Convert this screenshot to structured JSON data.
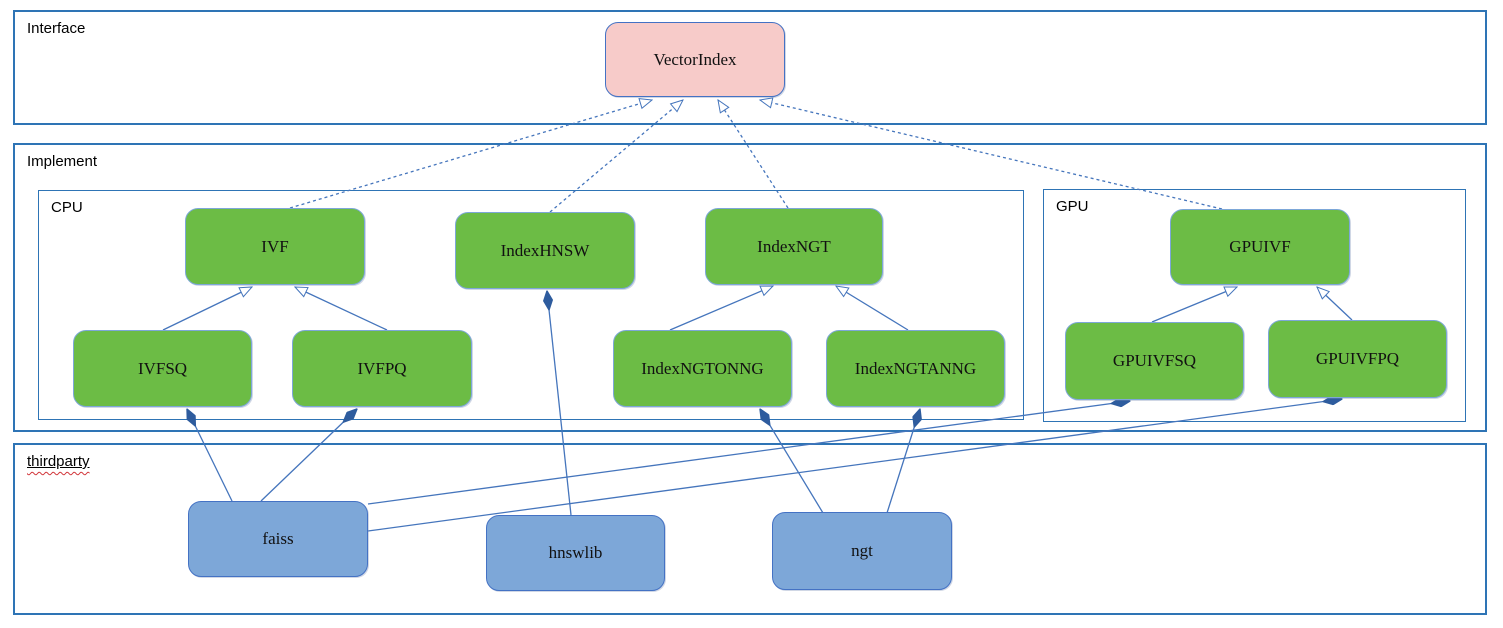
{
  "containers": {
    "interface": {
      "label": "Interface"
    },
    "implement": {
      "label": "Implement"
    },
    "cpu": {
      "label": "CPU"
    },
    "gpu": {
      "label": "GPU"
    },
    "thirdparty": {
      "label": "thirdparty",
      "spellcheck_squiggle": true
    }
  },
  "nodes": {
    "vectorindex": {
      "label": "VectorIndex",
      "kind": "interface"
    },
    "ivf": {
      "label": "IVF",
      "kind": "implement"
    },
    "indexhnsw": {
      "label": "IndexHNSW",
      "kind": "implement"
    },
    "indexngt": {
      "label": "IndexNGT",
      "kind": "implement"
    },
    "ivfsq": {
      "label": "IVFSQ",
      "kind": "implement"
    },
    "ivfpq": {
      "label": "IVFPQ",
      "kind": "implement"
    },
    "indexngtonng": {
      "label": "IndexNGTONNG",
      "kind": "implement"
    },
    "indexngtanng": {
      "label": "IndexNGTANNG",
      "kind": "implement"
    },
    "gpuivf": {
      "label": "GPUIVF",
      "kind": "implement"
    },
    "gpuivfsq": {
      "label": "GPUIVFSQ",
      "kind": "implement"
    },
    "gpuivfpq": {
      "label": "GPUIVFPQ",
      "kind": "implement"
    },
    "faiss": {
      "label": "faiss",
      "kind": "thirdparty"
    },
    "hnswlib": {
      "label": "hnswlib",
      "kind": "thirdparty"
    },
    "ngt": {
      "label": "ngt",
      "kind": "thirdparty"
    }
  },
  "edges": [
    {
      "from": "ivf",
      "to": "vectorindex",
      "relation": "realization",
      "line": "dashed",
      "points": [
        [
          290,
          208
        ],
        [
          652,
          100
        ]
      ]
    },
    {
      "from": "indexhnsw",
      "to": "vectorindex",
      "relation": "realization",
      "line": "dashed",
      "points": [
        [
          550,
          212
        ],
        [
          683,
          100
        ]
      ]
    },
    {
      "from": "indexngt",
      "to": "vectorindex",
      "relation": "realization",
      "line": "dashed",
      "points": [
        [
          788,
          208
        ],
        [
          718,
          100
        ]
      ]
    },
    {
      "from": "gpuivf",
      "to": "vectorindex",
      "relation": "realization",
      "line": "dashed",
      "points": [
        [
          1222,
          209
        ],
        [
          760,
          100
        ]
      ]
    },
    {
      "from": "ivfsq",
      "to": "ivf",
      "relation": "generalization",
      "line": "solid",
      "points": [
        [
          163,
          330
        ],
        [
          252,
          287
        ]
      ]
    },
    {
      "from": "ivfpq",
      "to": "ivf",
      "relation": "generalization",
      "line": "solid",
      "points": [
        [
          387,
          330
        ],
        [
          295,
          287
        ]
      ]
    },
    {
      "from": "indexngtonng",
      "to": "indexngt",
      "relation": "generalization",
      "line": "solid",
      "points": [
        [
          670,
          330
        ],
        [
          773,
          286
        ]
      ]
    },
    {
      "from": "indexngtanng",
      "to": "indexngt",
      "relation": "generalization",
      "line": "solid",
      "points": [
        [
          908,
          330
        ],
        [
          836,
          286
        ]
      ]
    },
    {
      "from": "gpuivfsq",
      "to": "gpuivf",
      "relation": "generalization",
      "line": "solid",
      "points": [
        [
          1152,
          322
        ],
        [
          1237,
          287
        ]
      ]
    },
    {
      "from": "gpuivfpq",
      "to": "gpuivf",
      "relation": "generalization",
      "line": "solid",
      "points": [
        [
          1352,
          320
        ],
        [
          1317,
          287
        ]
      ]
    },
    {
      "from": "faiss",
      "to": "ivfsq",
      "relation": "composition",
      "line": "solid",
      "points": [
        [
          232,
          501
        ],
        [
          187,
          409
        ]
      ]
    },
    {
      "from": "faiss",
      "to": "ivfpq",
      "relation": "composition",
      "line": "solid",
      "points": [
        [
          261,
          501
        ],
        [
          357,
          409
        ]
      ]
    },
    {
      "from": "faiss",
      "to": "gpuivfsq",
      "relation": "composition",
      "line": "solid",
      "points": [
        [
          368,
          504
        ],
        [
          1130,
          401
        ]
      ]
    },
    {
      "from": "faiss",
      "to": "gpuivfpq",
      "relation": "composition",
      "line": "solid",
      "points": [
        [
          368,
          531
        ],
        [
          1342,
          399
        ]
      ]
    },
    {
      "from": "hnswlib",
      "to": "indexhnsw",
      "relation": "composition",
      "line": "solid",
      "points": [
        [
          571,
          515
        ],
        [
          547,
          291
        ]
      ]
    },
    {
      "from": "ngt",
      "to": "indexngtonng",
      "relation": "composition",
      "line": "solid",
      "points": [
        [
          823,
          513
        ],
        [
          760,
          409
        ]
      ]
    },
    {
      "from": "ngt",
      "to": "indexngtanng",
      "relation": "composition",
      "line": "solid",
      "points": [
        [
          887,
          513
        ],
        [
          920,
          409
        ]
      ]
    }
  ],
  "colors": {
    "node_interface_fill": "#f7cbc9",
    "node_interface_border": "#4472c4",
    "node_implement_fill": "#6cbc45",
    "node_implement_border": "#7da7d8",
    "node_thirdparty_fill": "#7da7d8",
    "node_thirdparty_border": "#4472c4",
    "edge": "#4575bc",
    "diamond_fill": "#2e5c9e",
    "container_border": "#2e74b5",
    "spellcheck_red": "#d13438",
    "label_text": "#000000"
  }
}
